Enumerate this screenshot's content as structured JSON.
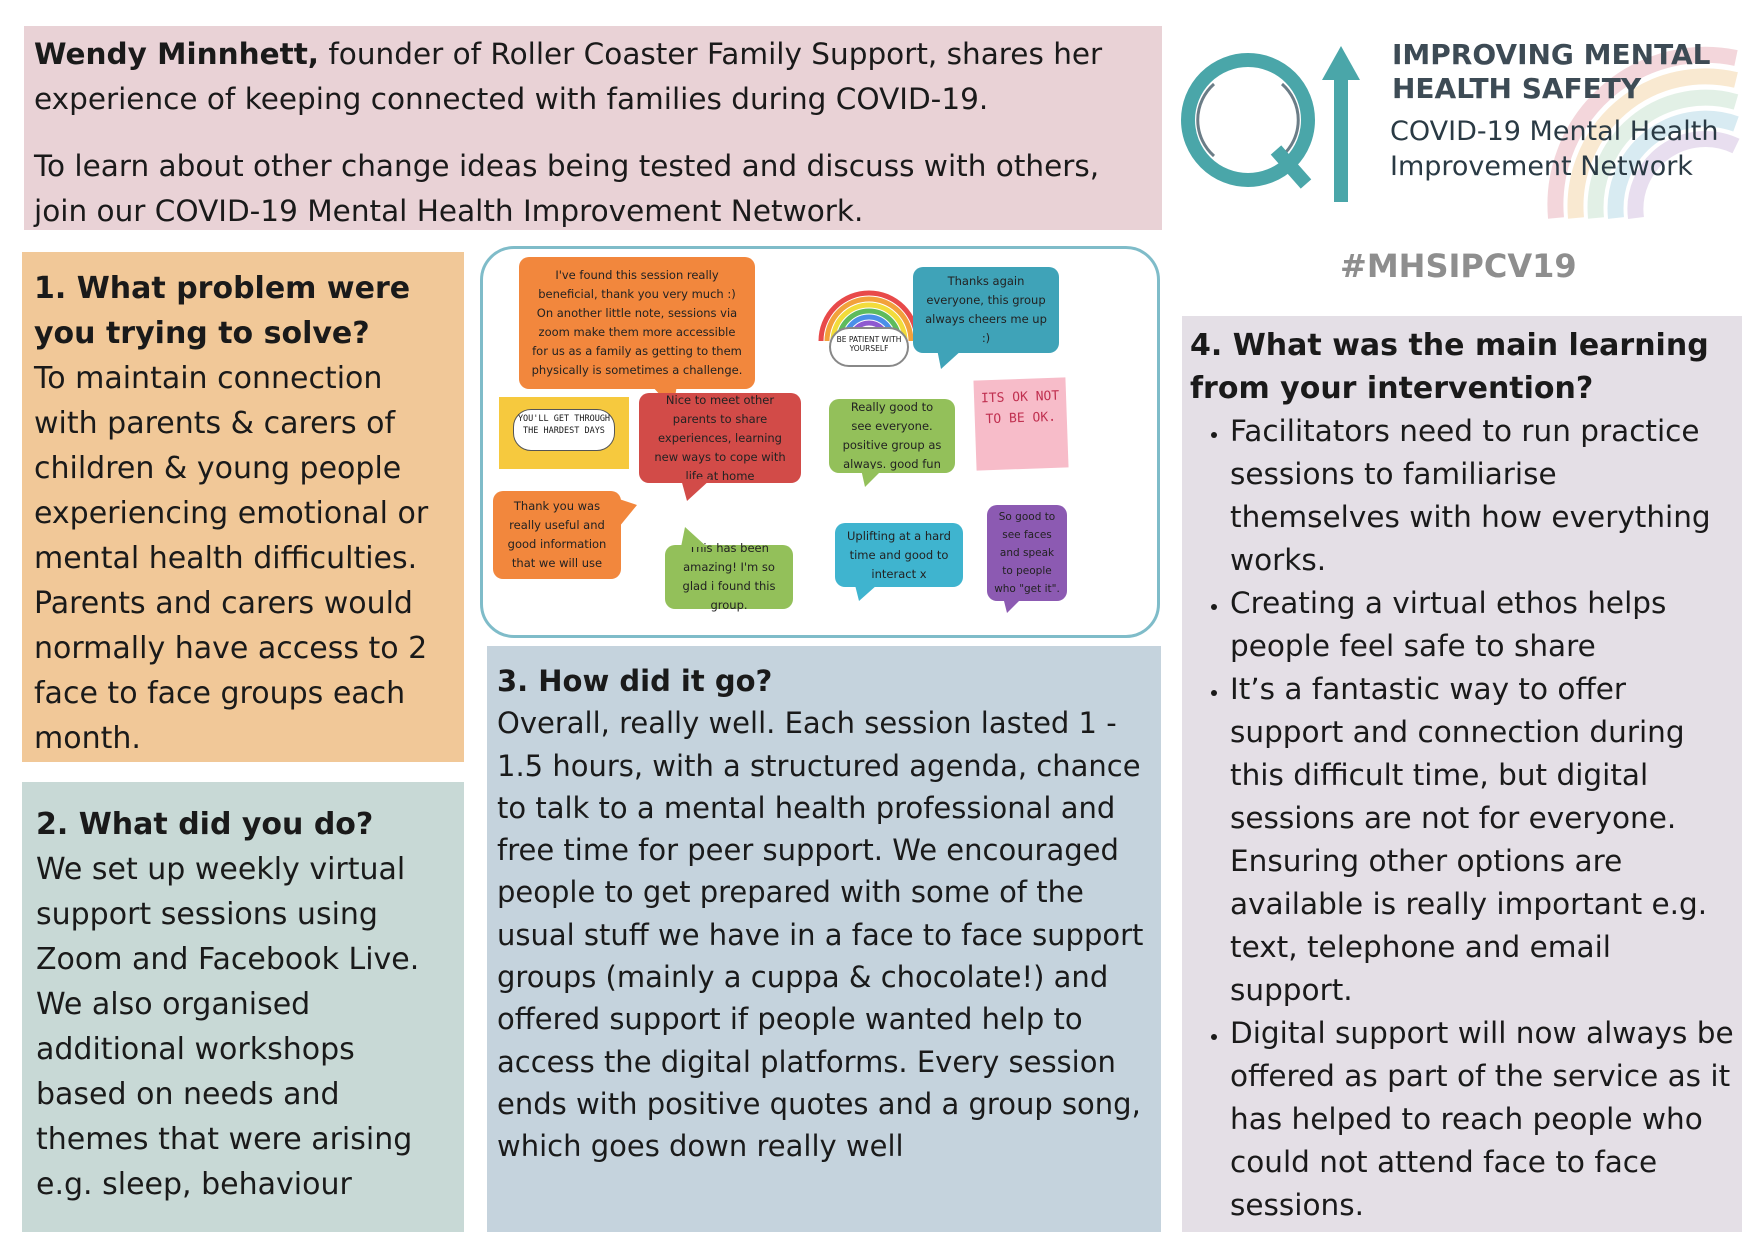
{
  "header": {
    "author_name": "Wendy Minnhett,",
    "intro_text": " founder of Roller Coaster Family Support, shares her experience of keeping connected with families during COVID-19.",
    "network_text": "To learn about other change ideas being tested and discuss with others, join our COVID-19 Mental Health Improvement Network."
  },
  "logo": {
    "title_line1": "IMPROVING MENTAL",
    "title_line2": "HEALTH SAFETY",
    "sub_line1": "COVID-19 Mental Health",
    "sub_line2": "Improvement Network",
    "hashtag": "#MHSIPCV19",
    "colors": {
      "ring": "#4aa6a9",
      "arrow": "#4aa6a9"
    }
  },
  "q1": {
    "title": "1. What problem were you trying to solve?",
    "body": "To maintain connection with parents & carers of children & young people experiencing emotional or mental health difficulties. Parents and carers would normally have access to 2 face to face groups each month."
  },
  "q2": {
    "title": "2. What did you do?",
    "body": "We set up weekly virtual support sessions using Zoom and Facebook Live. We also organised additional workshops based on needs and themes that were arising e.g. sleep, behaviour"
  },
  "q3": {
    "title": "3. How did it go?",
    "body": "Overall, really well. Each session lasted 1 - 1.5 hours, with a structured agenda, chance to talk to a mental health professional and free time for peer support. We encouraged people to get prepared with some of the usual stuff we have in a face to face support groups (mainly a cuppa & chocolate!) and offered support if people wanted help to access the digital platforms. Every session ends with positive quotes and a group song, which goes down really well"
  },
  "q4": {
    "title": "4. What was the main learning from your intervention?",
    "items": [
      "Facilitators need to run practice sessions to familiarise themselves with how everything works.",
      "Creating a virtual ethos helps people feel safe to share",
      "It’s a fantastic way to offer support and connection during this difficult time, but digital sessions are not for everyone. Ensuring other options are available is really important e.g. text, telephone and email support.",
      "Digital support will now always be offered as part of the service as it has helped to reach people who could not attend face to face sessions."
    ]
  },
  "collage": {
    "quotes": {
      "beneficial": "I've found this session really beneficial, thank you very much :) On another little note, sessions via zoom make them more accessible for us as a family as getting to them physically is sometimes a challenge.",
      "thanks": "Thanks again everyone, this group always cheers me up :)",
      "nice_to_meet": "Nice to meet other parents to share experiences, learning new ways to cope with life at home",
      "really_good": "Really good to see everyone. positive group as always. good fun",
      "thank_useful": "Thank you was really useful and good information that we will use",
      "amazing": "This has been amazing! I'm so glad i found this group.",
      "uplifting": "Uplifting at a hard time and good to interact x",
      "so_good": "So good to see faces and speak to people who \"get it\"."
    },
    "cards": {
      "be_patient": "BE PATIENT WITH YOURSELF",
      "youll_get_through": "YOU'LL GET THROUGH THE HARDEST DAYS",
      "its_ok": "ITS OK NOT TO BE OK."
    }
  }
}
